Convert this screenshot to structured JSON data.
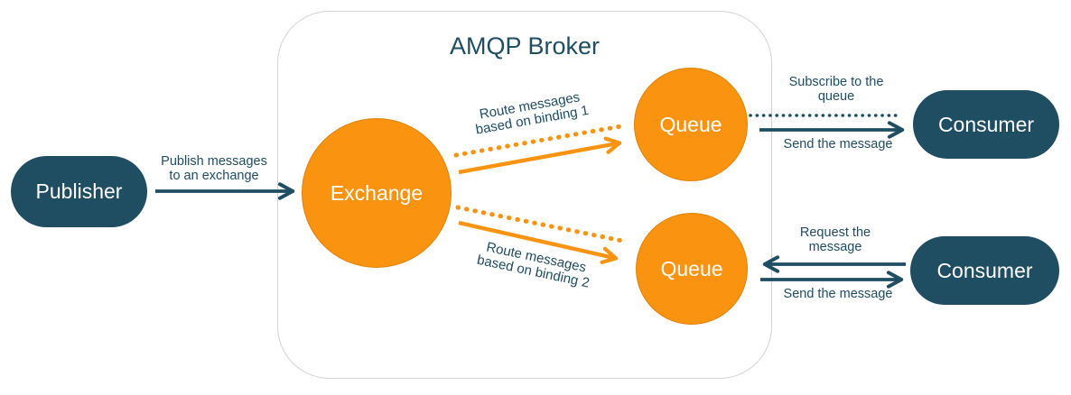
{
  "diagram": {
    "title": "AMQP Broker",
    "nodes": {
      "publisher": {
        "label": "Publisher"
      },
      "exchange": {
        "label": "Exchange"
      },
      "queue_top": {
        "label": "Queue"
      },
      "queue_bottom": {
        "label": "Queue"
      },
      "consumer_top": {
        "label": "Consumer"
      },
      "consumer_bottom": {
        "label": "Consumer"
      }
    },
    "edges": {
      "publish": {
        "lines": [
          "Publish messages",
          "to an exchange"
        ]
      },
      "binding1": {
        "lines": [
          "Route messages",
          "based on binding 1"
        ]
      },
      "binding2": {
        "lines": [
          "Route messages",
          "based on binding 2"
        ]
      },
      "subscribe": {
        "lines": [
          "Subscribe to the",
          "queue"
        ]
      },
      "send_top": {
        "label": "Send the message"
      },
      "request": {
        "lines": [
          "Request the",
          "message"
        ]
      },
      "send_bottom": {
        "label": "Send the message"
      }
    },
    "colors": {
      "teal": "#1F4D62",
      "orange": "#FA9410",
      "orange_border": "#E08208",
      "box_border": "#D4D4D4",
      "node_text": "#FFFFFF"
    }
  }
}
